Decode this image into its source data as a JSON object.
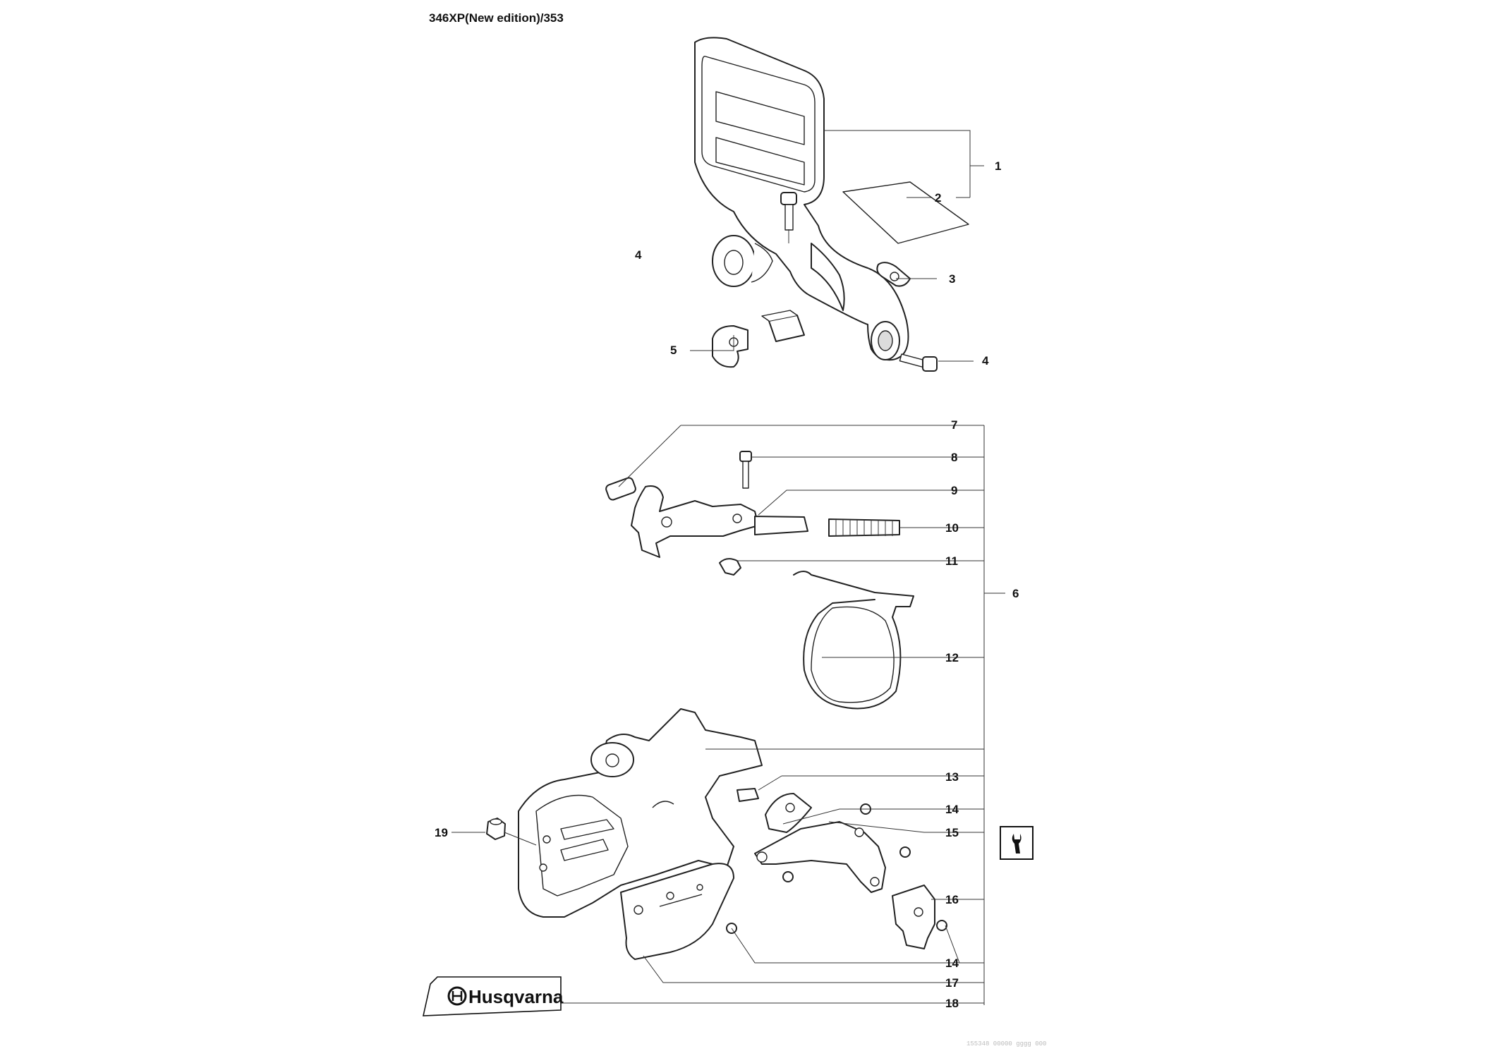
{
  "title": "346XP(New edition)/353",
  "brand": "Husqvarna",
  "callouts": [
    "1",
    "2",
    "3",
    "4",
    "4",
    "5",
    "6",
    "7",
    "8",
    "9",
    "10",
    "11",
    "12",
    "13",
    "14",
    "14",
    "15",
    "16",
    "17",
    "18",
    "19"
  ],
  "icons": {
    "service": "wrench-icon",
    "logo": "husqvarna-crown-logo"
  },
  "footer": "155348 00000 gggg 000"
}
